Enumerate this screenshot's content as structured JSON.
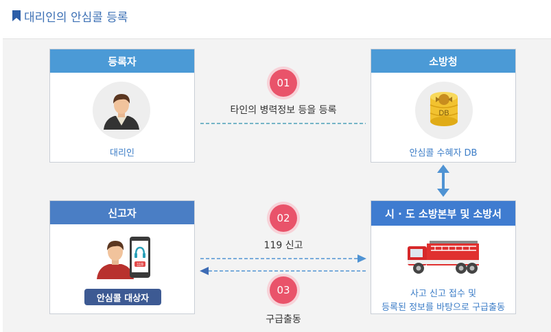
{
  "page_title": "대리인의 안심콜 등록",
  "boxes": {
    "registrant": {
      "title": "등록자",
      "caption": "대리인"
    },
    "fire_agency": {
      "title": "소방청",
      "caption": "안심콜 수혜자 DB",
      "db_label": "DB"
    },
    "reporter": {
      "title": "신고자",
      "badge": "안심콜 대상자",
      "phone_label": "119"
    },
    "fire_station": {
      "title": "시 · 도 소방본부 및 소방서",
      "caption_line1": "사고 신고 접수 및",
      "caption_line2": "등록된 정보를 바탕으로 구급출동"
    }
  },
  "steps": [
    {
      "number": "01",
      "label": "타인의 병력정보 등을 등록"
    },
    {
      "number": "02",
      "label": "119 신고"
    },
    {
      "number": "03",
      "label": "구급출동"
    }
  ],
  "colors": {
    "accent": "#3b6fb4",
    "step": "#e9536a",
    "arrow": "#4f93d3"
  }
}
